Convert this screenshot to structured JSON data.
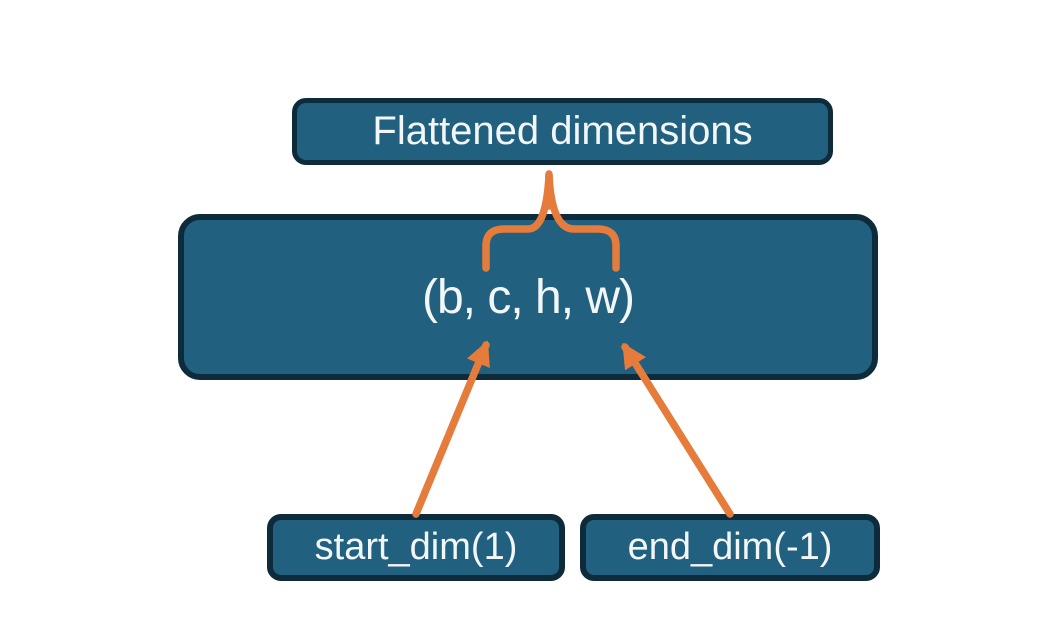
{
  "diagram": {
    "topic": "tensor flatten dimensions",
    "nodes": {
      "flattened": {
        "label": "Flattened dimensions"
      },
      "tensor": {
        "label": "(b, c, h, w)"
      },
      "start_dim": {
        "label": "start_dim(1)"
      },
      "end_dim": {
        "label": "end_dim(-1)"
      }
    },
    "connectors": [
      {
        "type": "brace",
        "from": "flattened",
        "to": "tensor",
        "spans": "b through w"
      },
      {
        "type": "arrow",
        "from": "start_dim",
        "to": "tensor",
        "points_at": "c"
      },
      {
        "type": "arrow",
        "from": "end_dim",
        "to": "tensor",
        "points_at": "w"
      }
    ],
    "colors": {
      "background": "#FFFFFF",
      "node_fill": "#21607F",
      "node_border": "#0D2B3B",
      "node_text": "#F2F6F7",
      "connector_orange": "#E67C3C"
    }
  }
}
